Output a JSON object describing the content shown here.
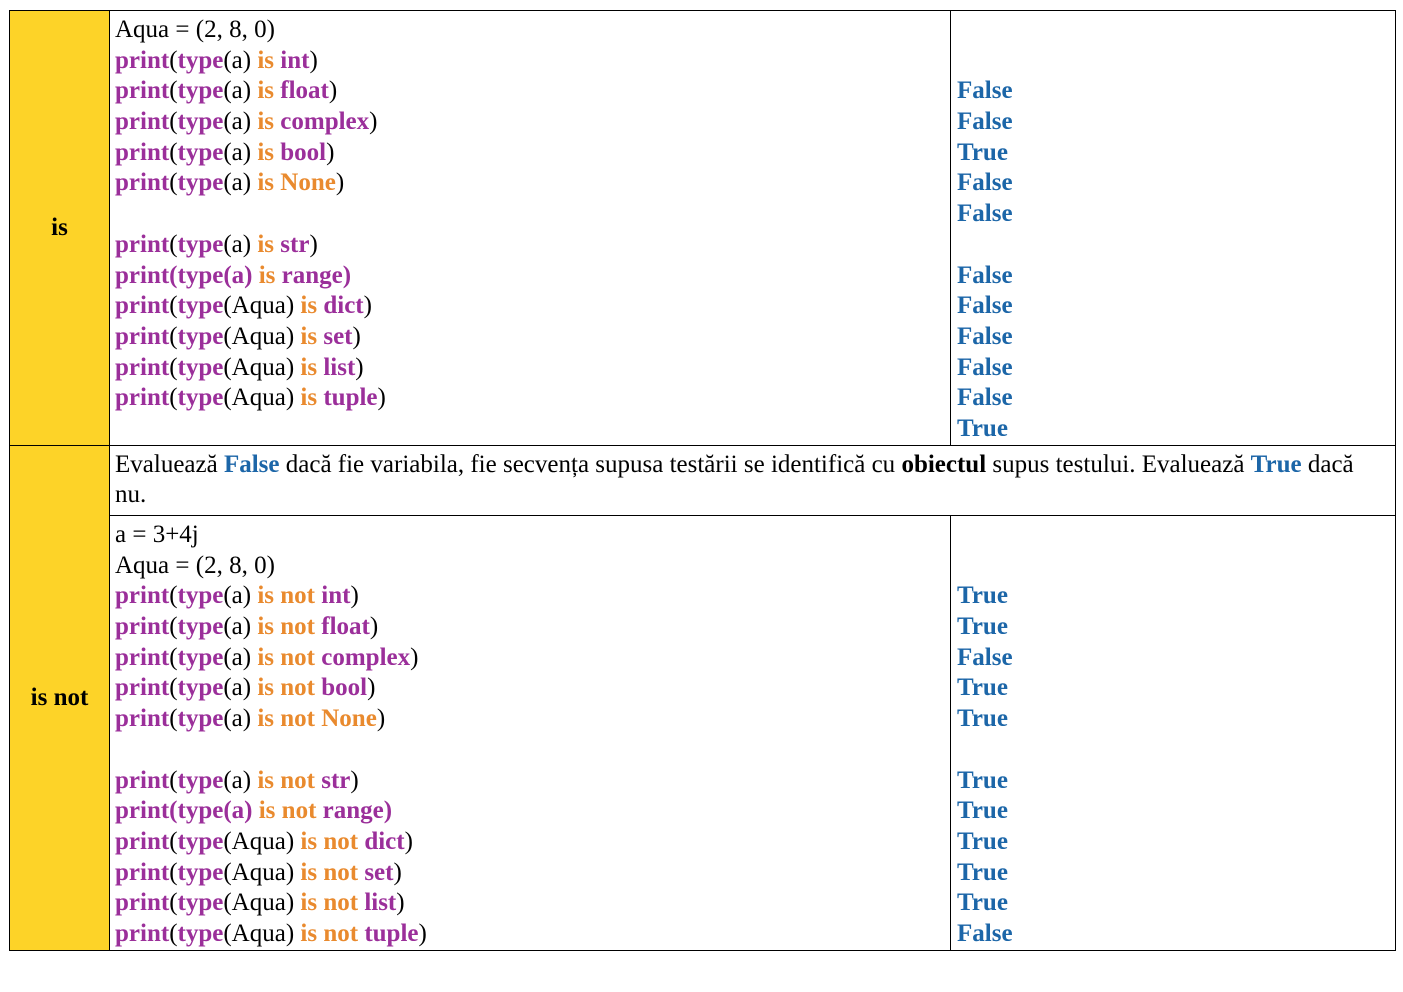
{
  "sections": [
    {
      "operator": "is",
      "lines": [
        [
          [
            "Aqua = (2, 8, 0)",
            "t"
          ]
        ],
        [
          [
            "print",
            "f"
          ],
          [
            "(",
            "t"
          ],
          [
            "type",
            "f"
          ],
          [
            "(a) ",
            "t"
          ],
          [
            "is ",
            "o"
          ],
          [
            "int",
            "f"
          ],
          [
            ")",
            "t"
          ]
        ],
        [
          [
            "print",
            "f"
          ],
          [
            "(",
            "t"
          ],
          [
            "type",
            "f"
          ],
          [
            "(a) ",
            "t"
          ],
          [
            "is ",
            "o"
          ],
          [
            "float",
            "f"
          ],
          [
            ")",
            "t"
          ]
        ],
        [
          [
            "print",
            "f"
          ],
          [
            "(",
            "t"
          ],
          [
            "type",
            "f"
          ],
          [
            "(a) ",
            "t"
          ],
          [
            "is ",
            "o"
          ],
          [
            "complex",
            "f"
          ],
          [
            ")",
            "t"
          ]
        ],
        [
          [
            "print",
            "f"
          ],
          [
            "(",
            "t"
          ],
          [
            "type",
            "f"
          ],
          [
            "(a) ",
            "t"
          ],
          [
            "is ",
            "o"
          ],
          [
            "bool",
            "f"
          ],
          [
            ")",
            "t"
          ]
        ],
        [
          [
            "print",
            "f"
          ],
          [
            "(",
            "t"
          ],
          [
            "type",
            "f"
          ],
          [
            "(a) ",
            "t"
          ],
          [
            "is None",
            "o"
          ],
          [
            ")",
            "t"
          ]
        ],
        [],
        [
          [
            "print",
            "f"
          ],
          [
            "(",
            "t"
          ],
          [
            "type",
            "f"
          ],
          [
            "(a) ",
            "t"
          ],
          [
            "is ",
            "o"
          ],
          [
            "str",
            "f"
          ],
          [
            ")",
            "t"
          ]
        ],
        [
          [
            "print(type(a) ",
            "f"
          ],
          [
            "is ",
            "o"
          ],
          [
            "range)",
            "f"
          ]
        ],
        [
          [
            "print",
            "f"
          ],
          [
            "(",
            "t"
          ],
          [
            "type",
            "f"
          ],
          [
            "(Aqua) ",
            "t"
          ],
          [
            "is ",
            "o"
          ],
          [
            "dict",
            "f"
          ],
          [
            ")",
            "t"
          ]
        ],
        [
          [
            "print",
            "f"
          ],
          [
            "(",
            "t"
          ],
          [
            "type",
            "f"
          ],
          [
            "(Aqua) ",
            "t"
          ],
          [
            "is ",
            "o"
          ],
          [
            "set",
            "f"
          ],
          [
            ")",
            "t"
          ]
        ],
        [
          [
            "print",
            "f"
          ],
          [
            "(",
            "t"
          ],
          [
            "type",
            "f"
          ],
          [
            "(Aqua) ",
            "t"
          ],
          [
            "is ",
            "o"
          ],
          [
            "list",
            "f"
          ],
          [
            ")",
            "t"
          ]
        ],
        [
          [
            "print",
            "f"
          ],
          [
            "(",
            "t"
          ],
          [
            "type",
            "f"
          ],
          [
            "(Aqua) ",
            "t"
          ],
          [
            "is ",
            "o"
          ],
          [
            "tuple",
            "f"
          ],
          [
            ")",
            "t"
          ]
        ]
      ],
      "results": [
        "",
        "",
        "False",
        "False",
        "True",
        "False",
        "False",
        "",
        "False",
        "False",
        "False",
        "False",
        "False",
        "True"
      ]
    },
    {
      "operator": "is not",
      "description": [
        [
          "Evaluează ",
          "t"
        ],
        [
          "False",
          "r"
        ],
        [
          " dacă fie variabila, fie  secvența supusa testării se identifică cu ",
          "t"
        ],
        [
          "obiectul",
          "b"
        ],
        [
          " supus testului. Evaluează ",
          "t"
        ],
        [
          "True",
          "r"
        ],
        [
          " dacă nu.",
          "t"
        ]
      ],
      "lines": [
        [
          [
            "a = 3+4j",
            "t"
          ]
        ],
        [
          [
            "Aqua = (2, 8, 0)",
            "t"
          ]
        ],
        [
          [
            "print",
            "f"
          ],
          [
            "(",
            "t"
          ],
          [
            "type",
            "f"
          ],
          [
            "(a) ",
            "t"
          ],
          [
            "is not ",
            "o"
          ],
          [
            "int",
            "f"
          ],
          [
            ")",
            "t"
          ]
        ],
        [
          [
            "print",
            "f"
          ],
          [
            "(",
            "t"
          ],
          [
            "type",
            "f"
          ],
          [
            "(a) ",
            "t"
          ],
          [
            "is not ",
            "o"
          ],
          [
            "float",
            "f"
          ],
          [
            ")",
            "t"
          ]
        ],
        [
          [
            "print",
            "f"
          ],
          [
            "(",
            "t"
          ],
          [
            "type",
            "f"
          ],
          [
            "(a) ",
            "t"
          ],
          [
            "is not ",
            "o"
          ],
          [
            "complex",
            "f"
          ],
          [
            ")",
            "t"
          ]
        ],
        [
          [
            "print",
            "f"
          ],
          [
            "(",
            "t"
          ],
          [
            "type",
            "f"
          ],
          [
            "(a) ",
            "t"
          ],
          [
            "is not ",
            "o"
          ],
          [
            "bool",
            "f"
          ],
          [
            ")",
            "t"
          ]
        ],
        [
          [
            "print",
            "f"
          ],
          [
            "(",
            "t"
          ],
          [
            "type",
            "f"
          ],
          [
            "(a) ",
            "t"
          ],
          [
            "is not None",
            "o"
          ],
          [
            ")",
            "t"
          ]
        ],
        [],
        [
          [
            "print",
            "f"
          ],
          [
            "(",
            "t"
          ],
          [
            "type",
            "f"
          ],
          [
            "(a) ",
            "t"
          ],
          [
            "is not ",
            "o"
          ],
          [
            "str",
            "f"
          ],
          [
            ")",
            "t"
          ]
        ],
        [
          [
            "print(type(a) ",
            "f"
          ],
          [
            "is not ",
            "o"
          ],
          [
            "range)",
            "f"
          ]
        ],
        [
          [
            "print",
            "f"
          ],
          [
            "(",
            "t"
          ],
          [
            "type",
            "f"
          ],
          [
            "(Aqua) ",
            "t"
          ],
          [
            "is not ",
            "o"
          ],
          [
            "dict",
            "f"
          ],
          [
            ")",
            "t"
          ]
        ],
        [
          [
            "print",
            "f"
          ],
          [
            "(",
            "t"
          ],
          [
            "type",
            "f"
          ],
          [
            "(Aqua) ",
            "t"
          ],
          [
            "is not ",
            "o"
          ],
          [
            "set",
            "f"
          ],
          [
            ")",
            "t"
          ]
        ],
        [
          [
            "print",
            "f"
          ],
          [
            "(",
            "t"
          ],
          [
            "type",
            "f"
          ],
          [
            "(Aqua) ",
            "t"
          ],
          [
            "is not ",
            "o"
          ],
          [
            "list",
            "f"
          ],
          [
            ")",
            "t"
          ]
        ],
        [
          [
            "print",
            "f"
          ],
          [
            "(",
            "t"
          ],
          [
            "type",
            "f"
          ],
          [
            "(Aqua) ",
            "t"
          ],
          [
            "is not ",
            "o"
          ],
          [
            "tuple",
            "f"
          ],
          [
            ")",
            "t"
          ]
        ]
      ],
      "results": [
        "",
        "",
        "True",
        "True",
        "False",
        "True",
        "True",
        "",
        "True",
        "True",
        "True",
        "True",
        "True",
        "False"
      ]
    }
  ]
}
